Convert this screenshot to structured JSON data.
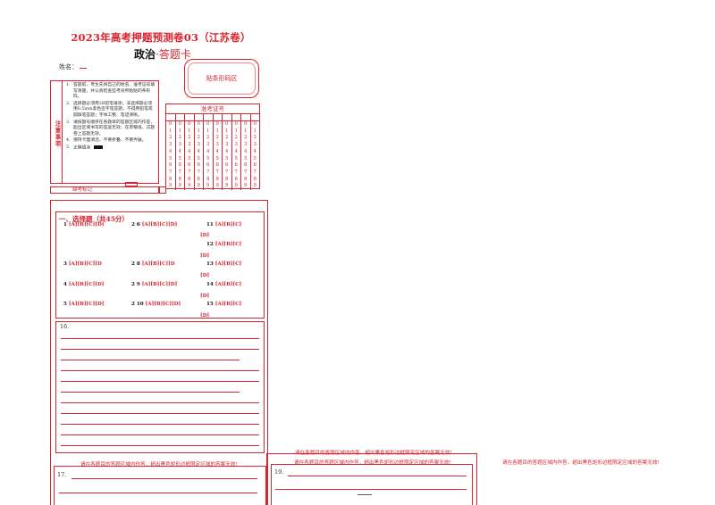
{
  "header": {
    "title": "2023年高考押题预测卷03（江苏卷）",
    "subject": "政治",
    "subtitle_suffix": "·答题卡",
    "name_label": "姓名："
  },
  "barcode": {
    "label": "贴条形码区"
  },
  "notice": {
    "label": "注意事项",
    "items": [
      {
        "n": "1.",
        "text": "答题前，考生先将自己的姓名、准考证号填写清楚，并认真检查监考员所粘贴的条形码。"
      },
      {
        "n": "2.",
        "text": "选择题必须用2B铅笔填涂；非选择题必须用0.5mm黑色签字笔答题，不得用铅笔或圆珠笔答题；字体工整、笔迹清晰。"
      },
      {
        "n": "3.",
        "text": "请按题号顺序在各题目的答题区域内作答，超出区域书写的答案无效；在草稿纸、试题卷上答题无效。"
      },
      {
        "n": "4.",
        "text": "保持卡面清洁，不要折叠、不要弄破。"
      },
      {
        "n": "5.",
        "text": "正确填涂"
      }
    ]
  },
  "exam_number": {
    "header": "准考证号",
    "digits": [
      "0",
      "1",
      "2",
      "3",
      "4",
      "5",
      "6",
      "7",
      "8",
      "9"
    ],
    "column_count": 10
  },
  "absent": {
    "label": "缺考标记"
  },
  "choice": {
    "section_title": "一、选择题（共45分）",
    "questions": [
      {
        "num": "1",
        "opts": "[A][B][C][D]"
      },
      {
        "num": "2 6",
        "opts": "[A][B][C][D]"
      },
      {
        "num": "11",
        "opts": "[A][B][C]"
      },
      {
        "num": "3",
        "opts": "[A][B][C][D"
      },
      {
        "num": "2 8",
        "opts": "[A][B][C][D"
      },
      {
        "num": "13",
        "opts": "[A][B][C]"
      },
      {
        "num": "4",
        "opts": "[A][B][C][D]"
      },
      {
        "num": "2 9",
        "opts": "[A][B][C][D]"
      },
      {
        "num": "14",
        "opts": "[A][B][C]"
      },
      {
        "num": "5",
        "opts": "[A][B][C][D]"
      },
      {
        "num": "2 10",
        "opts": "[A][B][C][D]"
      },
      {
        "num": "15",
        "opts": "[A][B][C]"
      }
    ],
    "q12": {
      "num": "12",
      "opts": "[A][B][C]"
    },
    "wrap_d": "[D]"
  },
  "questions": {
    "q16": "16.",
    "q17": "17.",
    "q19": "19."
  },
  "warning": "请在各题目的答题区域内作答，超出黑色矩形边框限定区域的答案无效！"
}
